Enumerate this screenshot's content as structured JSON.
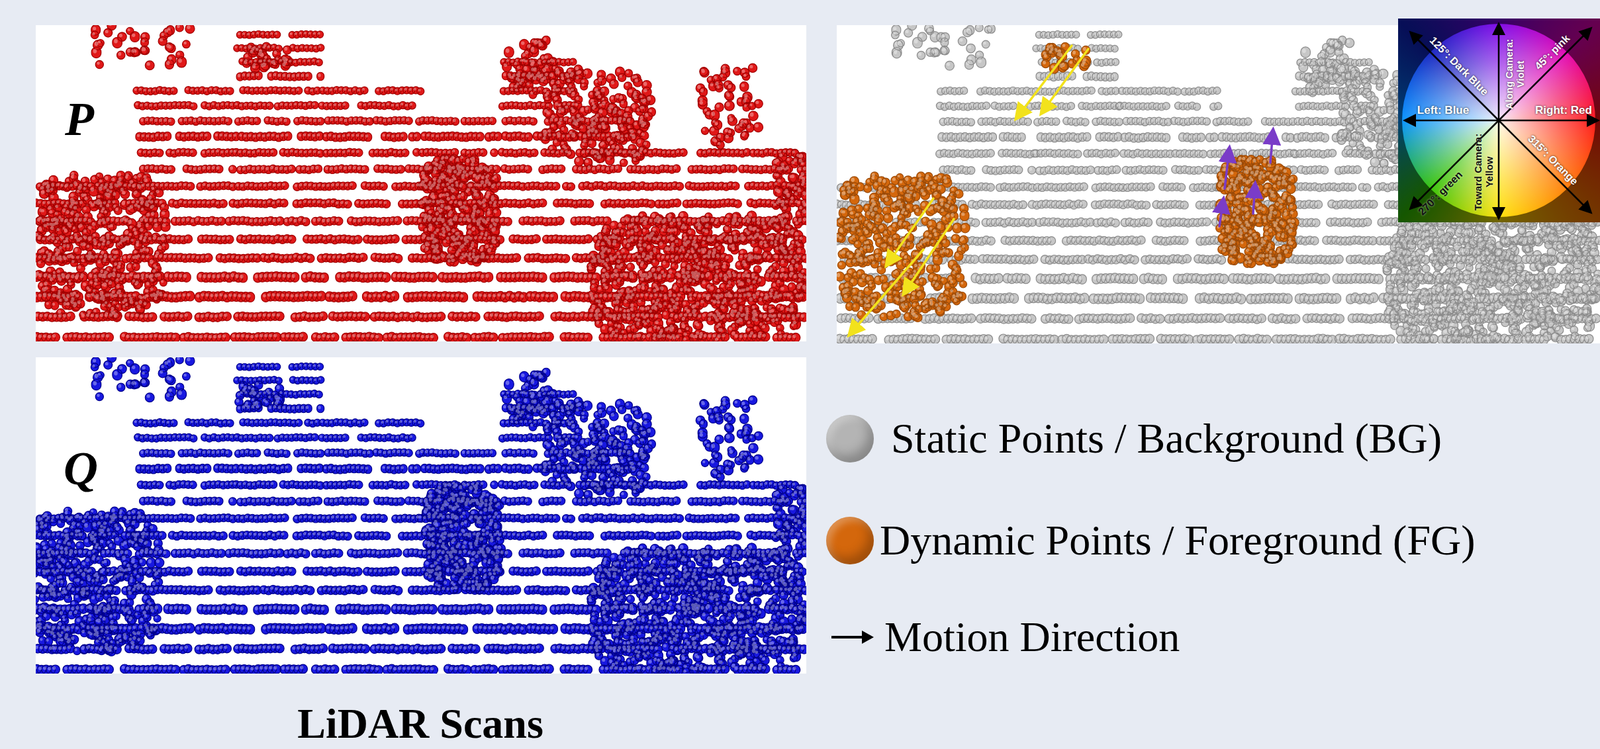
{
  "diagram": {
    "caption": "LiDAR Scans",
    "nodes": [
      {
        "text": [
          "P"
        ]
      },
      {
        "text": [
          "Q"
        ]
      }
    ],
    "labels": [
      "Along Camera: Violet",
      "45°: pink",
      "Right: Red",
      "315°: Orange",
      "Toward Camera: Yellow",
      "270°: green",
      "Left: Blue",
      "125°: Dark Blue"
    ],
    "legend": [
      {
        "text": "Static Points / Background (BG)",
        "color": "#b4b4b4"
      },
      {
        "text": "Dynamic Points / Foreground (FG)",
        "color": "#d4670c"
      },
      {
        "text": "Motion Direction"
      }
    ]
  }
}
